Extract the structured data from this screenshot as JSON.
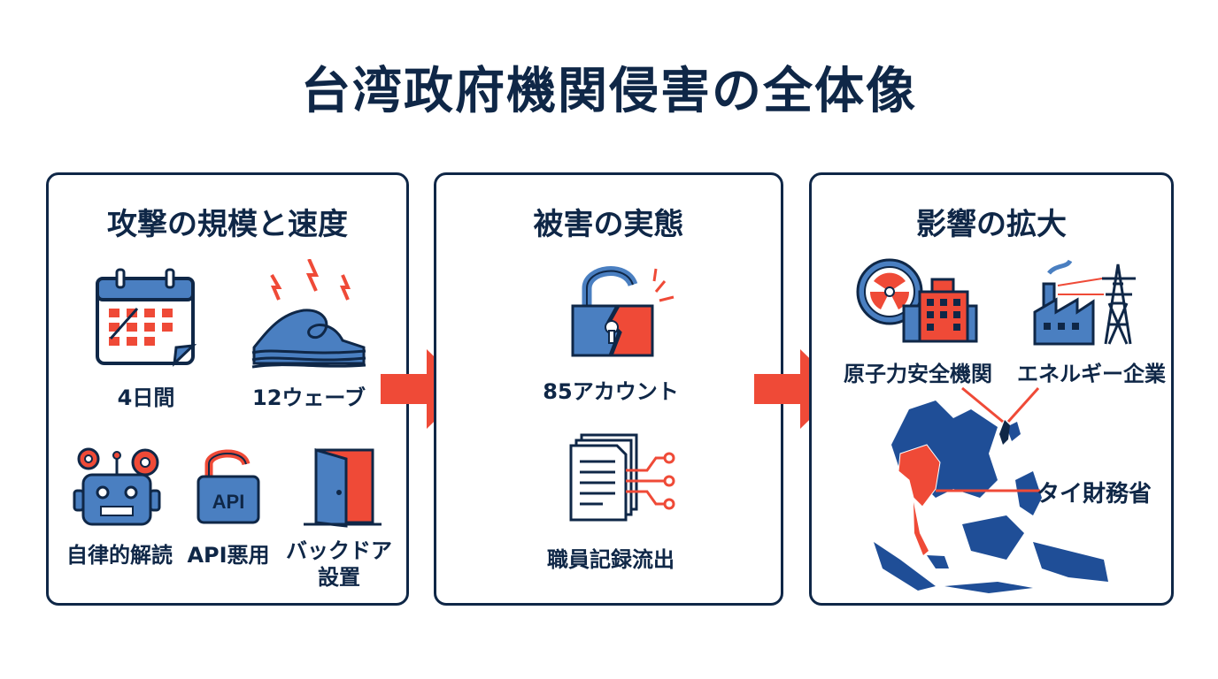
{
  "title": "台湾政府機関侵害の全体像",
  "colors": {
    "navy": "#0f2747",
    "blue": "#4a7fc1",
    "red": "#ef4a37"
  },
  "panels": [
    {
      "title": "攻撃の規模と速度",
      "items": [
        {
          "label": "4日間",
          "icon": "calendar-icon"
        },
        {
          "label": "12ウェーブ",
          "icon": "wave-lightning-icon"
        },
        {
          "label": "自律的解読",
          "icon": "robot-gear-icon"
        },
        {
          "label": "API悪用",
          "icon": "api-lock-icon"
        },
        {
          "label": "バックドア設置",
          "icon": "open-door-icon"
        }
      ]
    },
    {
      "title": "被害の実態",
      "items": [
        {
          "label": "85アカウント",
          "icon": "broken-lock-icon"
        },
        {
          "label": "職員記録流出",
          "icon": "documents-leak-icon"
        }
      ]
    },
    {
      "title": "影響の拡大",
      "items": [
        {
          "label": "原子力安全機関",
          "icon": "nuclear-building-icon"
        },
        {
          "label": "エネルギー企業",
          "icon": "factory-power-icon"
        },
        {
          "label": "タイ財務省",
          "icon": "southeast-asia-map-icon"
        }
      ]
    }
  ]
}
